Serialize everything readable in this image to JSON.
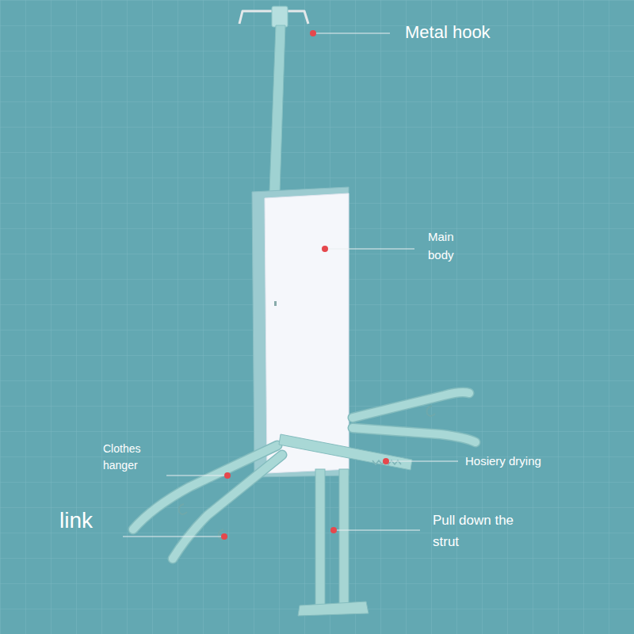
{
  "diagram": {
    "labels": [
      "Metal hook",
      "Main body",
      "Clothes hanger",
      "link",
      "Hosiery drying",
      "Pull down the strut"
    ]
  }
}
